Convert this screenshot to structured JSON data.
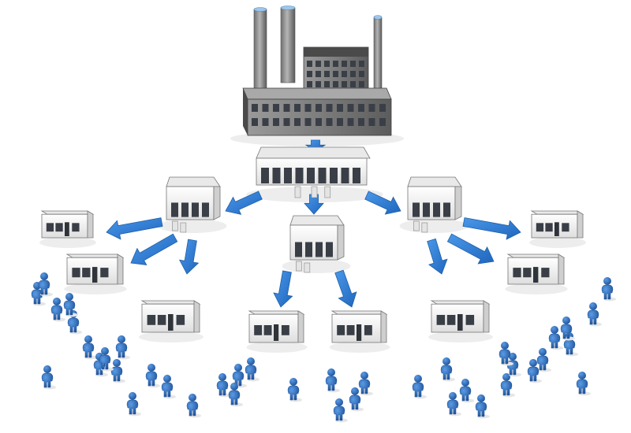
{
  "diagram": {
    "colors": {
      "factory_body": "#7d7d7d",
      "factory_dark": "#4a4a4a",
      "window": "#3a3f47",
      "window_glow": "#9fc6e8",
      "roof_light": "#e9e9e9",
      "wall_light": "#f4f4f4",
      "wall_shade": "#cfcfcf",
      "arrow": "#2f7fd8",
      "arrow_dark": "#1f5fa8",
      "person": "#2a6fc9",
      "person_dark": "#1b4e93",
      "shadow": "#e6e6e6"
    },
    "nodes": [
      {
        "name": "factory",
        "kind": "factory-icon"
      },
      {
        "name": "central-distribution-center",
        "kind": "warehouse-icon"
      },
      {
        "name": "regional-warehouse-left",
        "kind": "warehouse-icon"
      },
      {
        "name": "regional-warehouse-center",
        "kind": "warehouse-icon"
      },
      {
        "name": "regional-warehouse-right",
        "kind": "warehouse-icon"
      },
      {
        "name": "store-1",
        "kind": "store-icon"
      },
      {
        "name": "store-2",
        "kind": "store-icon"
      },
      {
        "name": "store-3",
        "kind": "store-icon"
      },
      {
        "name": "store-4",
        "kind": "store-icon"
      },
      {
        "name": "store-5",
        "kind": "store-icon"
      },
      {
        "name": "store-6",
        "kind": "store-icon"
      },
      {
        "name": "store-7",
        "kind": "store-icon"
      },
      {
        "name": "store-8",
        "kind": "store-icon"
      }
    ],
    "edges": [
      {
        "from": "factory",
        "to": "central-distribution-center"
      },
      {
        "from": "central-distribution-center",
        "to": "regional-warehouse-left"
      },
      {
        "from": "central-distribution-center",
        "to": "regional-warehouse-center"
      },
      {
        "from": "central-distribution-center",
        "to": "regional-warehouse-right"
      },
      {
        "from": "regional-warehouse-left",
        "to": "store-1"
      },
      {
        "from": "regional-warehouse-left",
        "to": "store-2"
      },
      {
        "from": "regional-warehouse-left",
        "to": "store-3"
      },
      {
        "from": "regional-warehouse-center",
        "to": "store-4"
      },
      {
        "from": "regional-warehouse-center",
        "to": "store-5"
      },
      {
        "from": "regional-warehouse-right",
        "to": "store-6"
      },
      {
        "from": "regional-warehouse-right",
        "to": "store-7"
      },
      {
        "from": "regional-warehouse-right",
        "to": "store-8"
      }
    ],
    "customers": {
      "kind": "person-icon",
      "count": 40
    }
  }
}
